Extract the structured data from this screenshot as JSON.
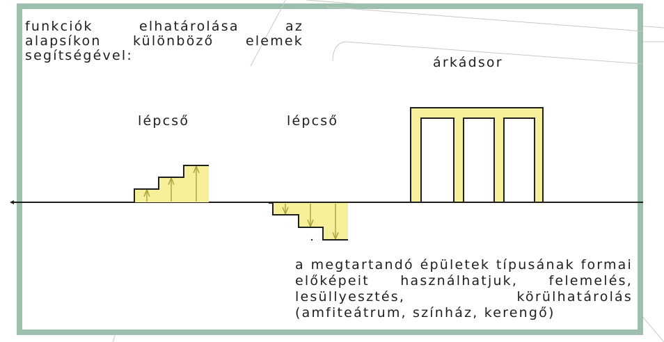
{
  "intro_text": "funkciók elhatárolása az alapsíkon különböző elemek segítségével:",
  "labels": {
    "stair_up": "lépcső",
    "stair_down": "lépcső",
    "arcade": "árkádsor"
  },
  "bottom_text": "a megtartandó épületek típusának formai előképeit használhatjuk, felemelés, lesüllyesztés, körülhatárolás (amfiteátrum, színház, kerengő)",
  "colors": {
    "frame": "#9dbfae",
    "fill": "#f7f09a",
    "line": "#1e1e1e",
    "arrow": "#a9a23c"
  }
}
